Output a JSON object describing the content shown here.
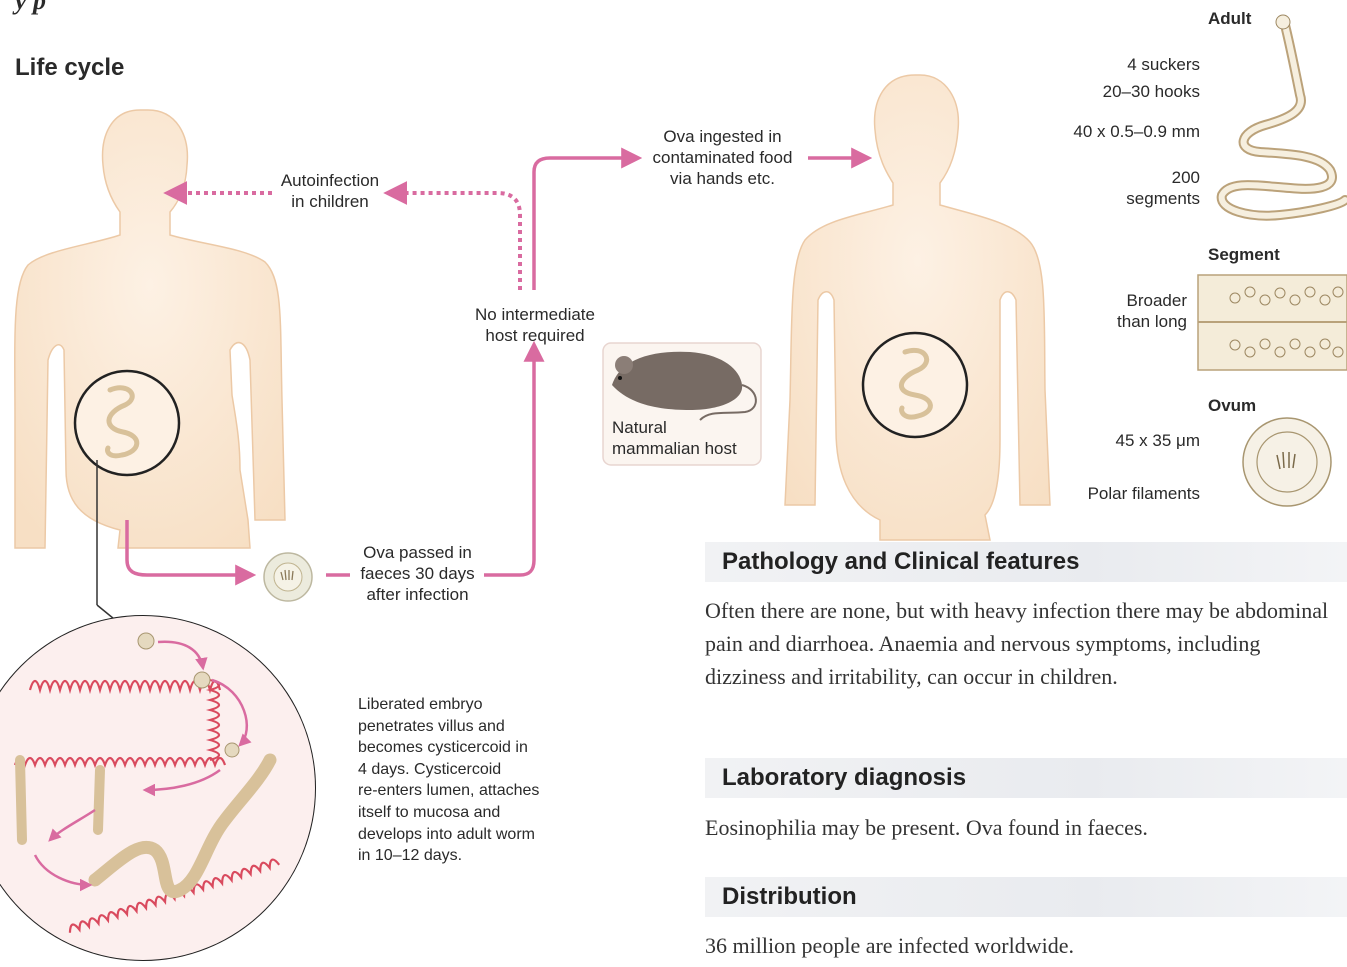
{
  "header": {
    "life_cycle_title": "Life cycle",
    "top_cut_text": "y  p"
  },
  "life_cycle": {
    "autoinfection": "Autoinfection\nin children",
    "ova_ingested": "Ova ingested in\ncontaminated food\nvia hands etc.",
    "no_intermediate": "No intermediate\nhost required",
    "natural_host": "Natural\nmammalian host",
    "ova_passed": "Ova passed in\nfaeces 30 days\nafter infection",
    "liberated_embryo": "Liberated embryo\npenetrates villus and\nbecomes cysticercoid in\n4 days. Cysticercoid\nre-enters lumen, attaches\nitself to mucosa and\ndevelops into adult worm\nin 10–12 days."
  },
  "morphology": {
    "adult_title": "Adult",
    "suckers": "4 suckers",
    "hooks": "20–30 hooks",
    "size": "40 x 0.5–0.9 mm",
    "segments": "200\nsegments",
    "segment_title": "Segment",
    "broader": "Broader\nthan long",
    "ovum_title": "Ovum",
    "ovum_size": "45 x 35 μm",
    "polar": "Polar filaments"
  },
  "sections": {
    "pathology": {
      "heading": "Pathology and Clinical features",
      "text": "Often there are none, but with heavy infection there may be abdominal pain and diarrhoea. Anaemia and nervous symptoms, including dizziness and irritability, can occur in children."
    },
    "lab": {
      "heading": "Laboratory diagnosis",
      "text": "Eosinophilia may be present. Ova found in faeces."
    },
    "distribution": {
      "heading": "Distribution",
      "text": "36 million people are infected worldwide."
    }
  },
  "colors": {
    "arrow_pink": "#d96ba0",
    "body_fill": "#fbe9d6",
    "body_stroke": "#e9c9a8",
    "worm": "#d8c19a",
    "villi": "#d94a5e"
  }
}
